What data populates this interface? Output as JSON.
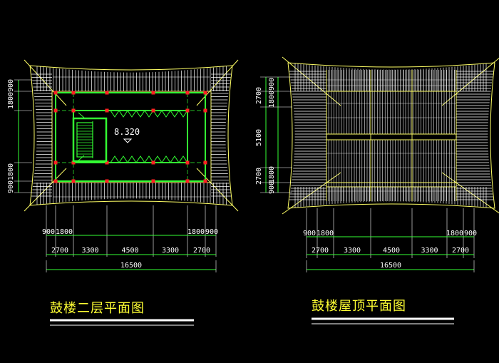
{
  "colors": {
    "background": "#000000",
    "roof_lines": "#ffffff",
    "eave_outline": "#ffff66",
    "wall": "#33ff33",
    "dimension": "#33ff33",
    "column": "#ff2222",
    "title": "#ffff33"
  },
  "left_plan": {
    "title": "鼓楼二层平面图",
    "elevation": "8.320",
    "dims_bottom_row1": [
      "900",
      "1800",
      "1800",
      "900"
    ],
    "dims_bottom_row2": [
      "2700",
      "3300",
      "4500",
      "3300",
      "2700"
    ],
    "dims_total": "16500",
    "dims_left": [
      "900",
      "1800",
      "1800",
      "900"
    ]
  },
  "right_plan": {
    "title": "鼓楼屋顶平面图",
    "dims_bottom_row1": [
      "900",
      "1800",
      "1800",
      "900"
    ],
    "dims_bottom_row2": [
      "2700",
      "3300",
      "4500",
      "3300",
      "2700"
    ],
    "dims_total": "16500",
    "dims_left": [
      "2700",
      "1800",
      "900",
      "5100",
      "2700",
      "1800",
      "900"
    ]
  }
}
